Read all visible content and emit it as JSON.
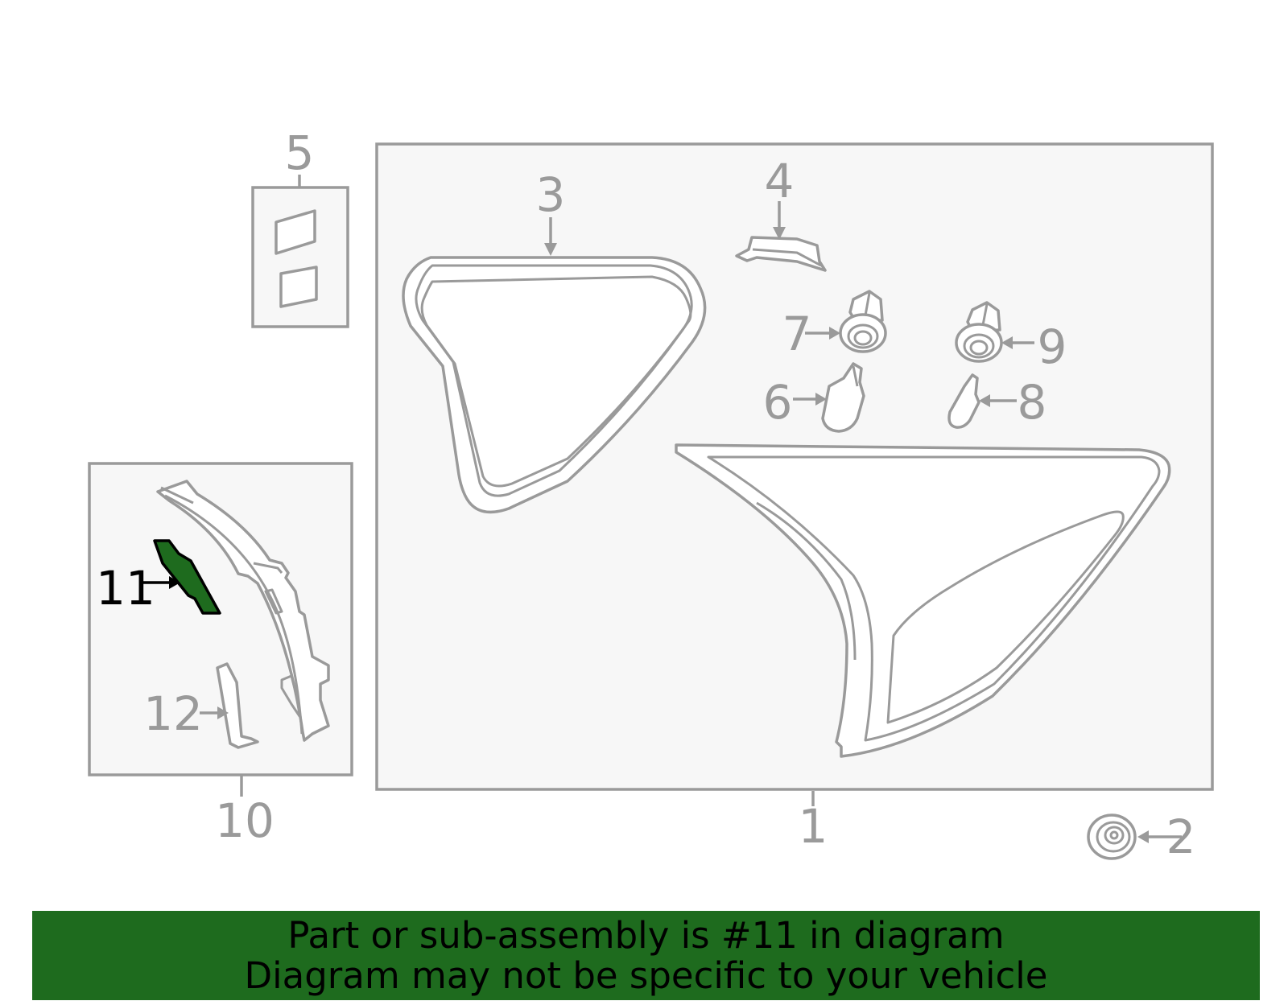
{
  "callouts": {
    "c1": "1",
    "c2": "2",
    "c3": "3",
    "c4": "4",
    "c5": "5",
    "c6": "6",
    "c7": "7",
    "c8": "8",
    "c9": "9",
    "c10": "10",
    "c11": "11",
    "c12": "12"
  },
  "highlighted_part": "11",
  "colors": {
    "highlight": "#1e6b1e",
    "line": "#9a9a9a",
    "frame_fill": "#f7f7f7"
  },
  "banner": {
    "line1": "Part or sub-assembly is #11 in diagram",
    "line2": "Diagram may not be specific to your vehicle",
    "background": "#1e6b1e"
  }
}
